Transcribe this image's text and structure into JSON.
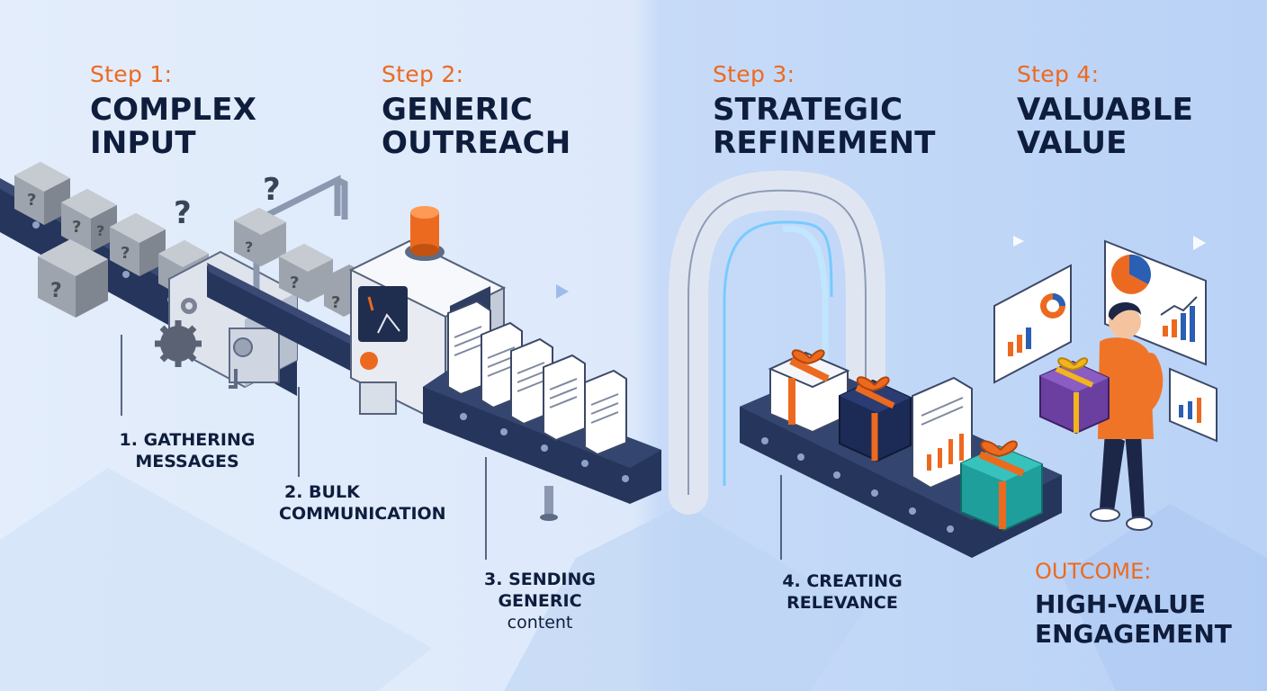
{
  "steps": [
    {
      "label": "Step 1:",
      "title_lines": [
        "COMPLEX",
        "INPUT"
      ]
    },
    {
      "label": "Step 2:",
      "title_lines": [
        "GENERIC",
        "OUTREACH"
      ]
    },
    {
      "label": "Step 3:",
      "title_lines": [
        "STRATEGIC",
        "REFINEMENT"
      ]
    },
    {
      "label": "Step 4:",
      "title_lines": [
        "VALUABLE",
        "VALUE"
      ]
    }
  ],
  "stages": [
    {
      "lines": [
        "1. GATHERING",
        "MESSAGES"
      ]
    },
    {
      "lines": [
        "2. BULK",
        "COMMUNICATION"
      ]
    },
    {
      "lines": [
        "3. SENDING",
        "GENERIC"
      ],
      "extra": "content"
    },
    {
      "lines": [
        "4. CREATING",
        "RELEVANCE"
      ]
    }
  ],
  "outcome": {
    "label": "OUTCOME:",
    "title_lines": [
      "HIGH-VALUE",
      "ENGAGEMENT"
    ]
  },
  "icons": [
    "question-box-icon",
    "gear-icon",
    "document-icon",
    "gift-box-icon",
    "chart-card-icon",
    "person-icon",
    "arch-scanner-icon",
    "machine-icon"
  ],
  "colors": {
    "accent": "#ec6a1f",
    "navy": "#0f1d3d",
    "belt": "#26355c",
    "bg_left": "#e3edfb",
    "bg_right": "#b9d2f6"
  }
}
